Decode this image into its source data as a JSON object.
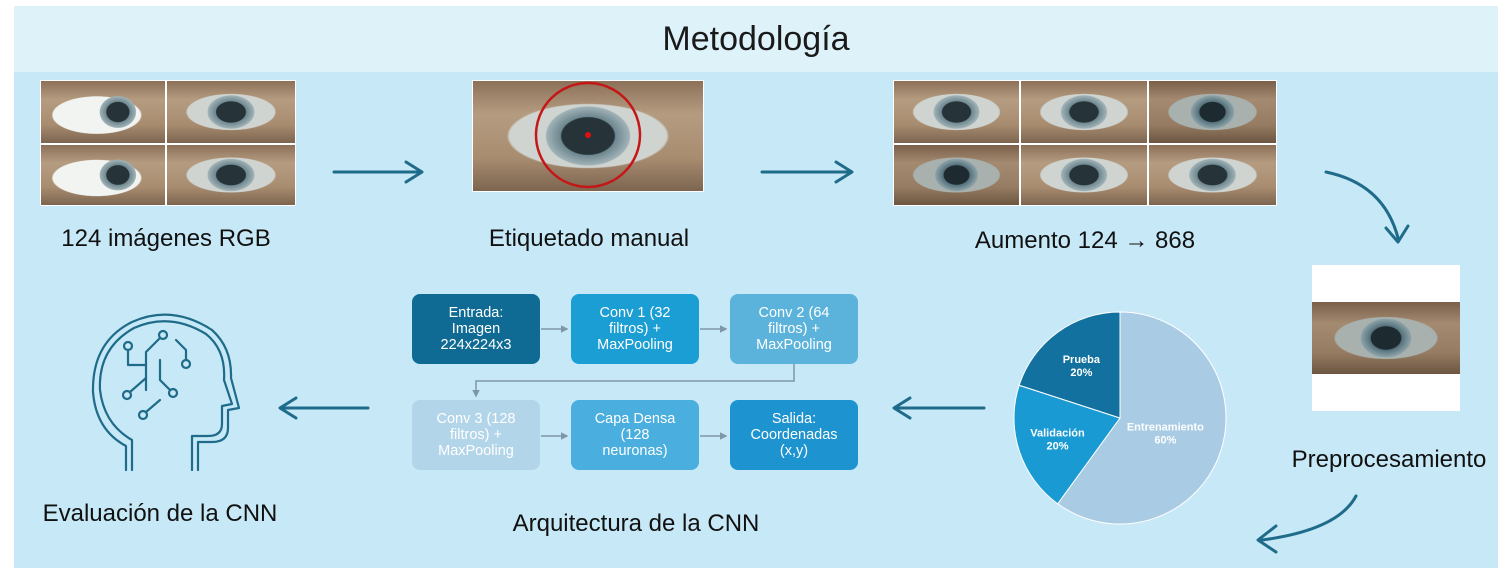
{
  "title": "Metodología",
  "steps": {
    "rgb_images": "124 imágenes RGB",
    "manual_labeling": "Etiquetado manual",
    "augmentation": "Aumento 124 → 868",
    "preprocessing": "Preprocesamiento",
    "cnn_architecture": "Arquitectura de la CNN",
    "cnn_evaluation": "Evaluación de la CNN"
  },
  "cnn": {
    "input": "Entrada:\nImagen\n224x224x3",
    "conv1": "Conv 1 (32\nfiltros) +\nMaxPooling",
    "conv2": "Conv 2 (64\nfiltros) +\nMaxPooling",
    "conv3": "Conv 3 (128\nfiltros) +\nMaxPooling",
    "dense": "Capa Densa\n(128\nneuronas)",
    "output": "Salida:\nCoordenadas\n(x,y)"
  },
  "colors": {
    "input": "#0f6b94",
    "conv1": "#1b9ed3",
    "conv2": "#5bb3dc",
    "conv3": "#b3d5e9",
    "dense": "#4aaedf",
    "output": "#1d93cf",
    "arrow": "#1f6b8a"
  },
  "chart_data": {
    "type": "pie",
    "slices": [
      {
        "label": "Entrenamiento",
        "value": 60,
        "display": "60%",
        "color": "#a9cbe4"
      },
      {
        "label": "Validación",
        "value": 20,
        "display": "20%",
        "color": "#1a9ad2"
      },
      {
        "label": "Prueba",
        "value": 20,
        "display": "20%",
        "color": "#12719f"
      }
    ]
  }
}
